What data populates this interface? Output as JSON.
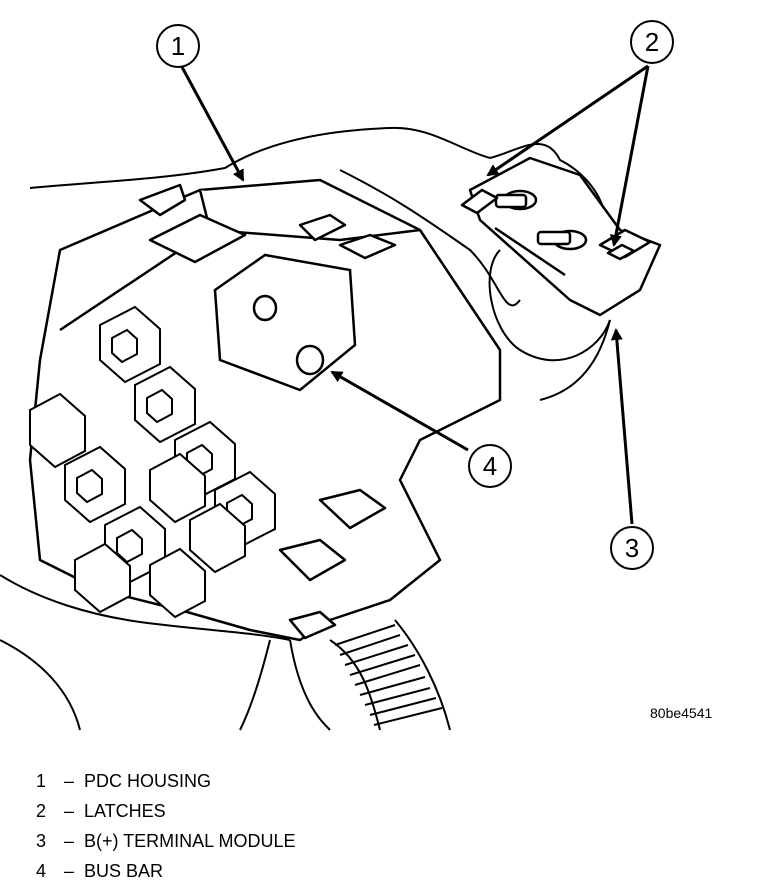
{
  "figure": {
    "reference_code": "80be4541",
    "callouts": [
      {
        "number": "1"
      },
      {
        "number": "2"
      },
      {
        "number": "3"
      },
      {
        "number": "4"
      }
    ]
  },
  "legend": {
    "items": [
      {
        "number": "1",
        "separator": "–",
        "label": "PDC HOUSING"
      },
      {
        "number": "2",
        "separator": "–",
        "label": "LATCHES"
      },
      {
        "number": "3",
        "separator": "–",
        "label": "B(+) TERMINAL MODULE"
      },
      {
        "number": "4",
        "separator": "–",
        "label": "BUS BAR"
      }
    ]
  }
}
